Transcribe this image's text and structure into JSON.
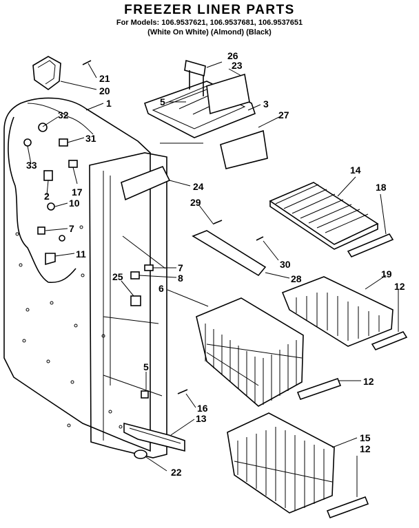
{
  "header": {
    "title": "FREEZER LINER PARTS",
    "models_line": "For Models: 106.9537621, 106.9537681, 106.9537651",
    "variants_line": "(White On White)  (Almond)    (Black)"
  },
  "callouts": [
    {
      "id": "c-26",
      "label": "26"
    },
    {
      "id": "c-23",
      "label": "23"
    },
    {
      "id": "c-21",
      "label": "21"
    },
    {
      "id": "c-20",
      "label": "20"
    },
    {
      "id": "c-1",
      "label": "1"
    },
    {
      "id": "c-5a",
      "label": "5"
    },
    {
      "id": "c-3",
      "label": "3"
    },
    {
      "id": "c-27",
      "label": "27"
    },
    {
      "id": "c-32",
      "label": "32"
    },
    {
      "id": "c-31",
      "label": "31"
    },
    {
      "id": "c-33",
      "label": "33"
    },
    {
      "id": "c-17",
      "label": "17"
    },
    {
      "id": "c-2",
      "label": "2"
    },
    {
      "id": "c-10",
      "label": "10"
    },
    {
      "id": "c-7a",
      "label": "7"
    },
    {
      "id": "c-11",
      "label": "11"
    },
    {
      "id": "c-24",
      "label": "24"
    },
    {
      "id": "c-14",
      "label": "14"
    },
    {
      "id": "c-18",
      "label": "18"
    },
    {
      "id": "c-29",
      "label": "29"
    },
    {
      "id": "c-30",
      "label": "30"
    },
    {
      "id": "c-28",
      "label": "28"
    },
    {
      "id": "c-7b",
      "label": "7"
    },
    {
      "id": "c-8",
      "label": "8"
    },
    {
      "id": "c-25",
      "label": "25"
    },
    {
      "id": "c-6",
      "label": "6"
    },
    {
      "id": "c-19",
      "label": "19"
    },
    {
      "id": "c-12a",
      "label": "12"
    },
    {
      "id": "c-12b",
      "label": "12"
    },
    {
      "id": "c-5b",
      "label": "5"
    },
    {
      "id": "c-16",
      "label": "16"
    },
    {
      "id": "c-13",
      "label": "13"
    },
    {
      "id": "c-15",
      "label": "15"
    },
    {
      "id": "c-12c",
      "label": "12"
    },
    {
      "id": "c-22",
      "label": "22"
    }
  ]
}
